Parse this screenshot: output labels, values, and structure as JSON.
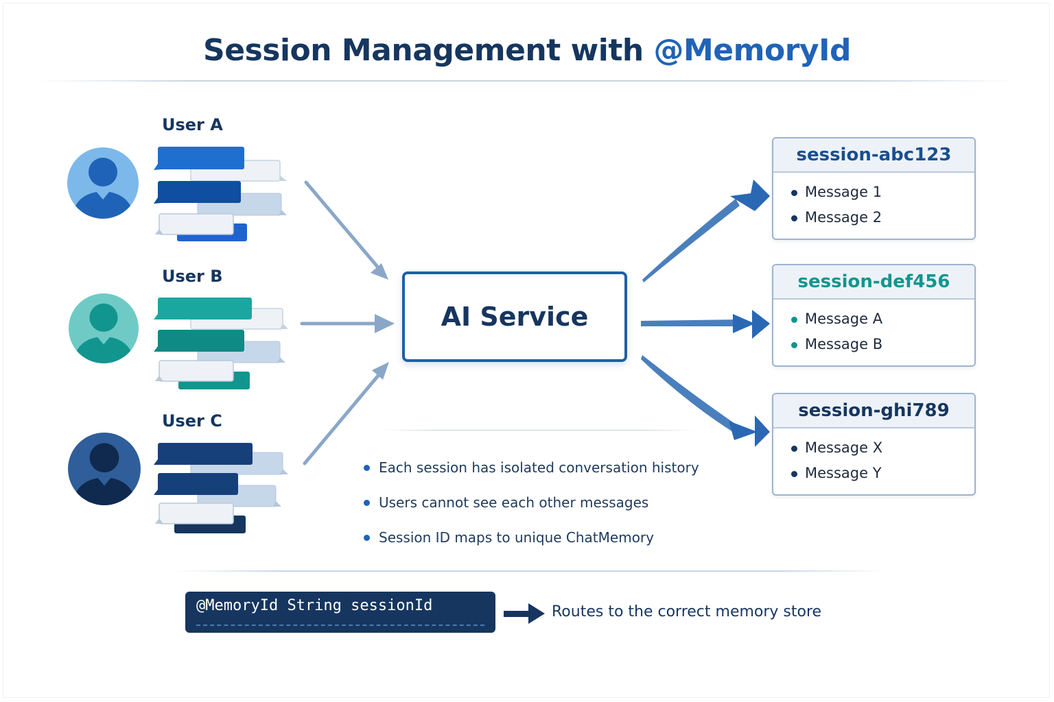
{
  "title": {
    "main": "Session Management with ",
    "accent": "@MemoryId"
  },
  "users": [
    {
      "label": "User A",
      "color": "#1f63b8",
      "light": "#7db8ea"
    },
    {
      "label": "User B",
      "color": "#13958f",
      "light": "#6fcac6"
    },
    {
      "label": "User C",
      "color": "#16365f",
      "light": "#2f5e9a"
    }
  ],
  "ai_service": {
    "label": "AI Service"
  },
  "sessions": [
    {
      "id": "session-abc123",
      "color": "#1a4f8f",
      "dot": "#16365f",
      "messages": [
        "Message 1",
        "Message 2"
      ]
    },
    {
      "id": "session-def456",
      "color": "#13958f",
      "dot": "#13958f",
      "messages": [
        "Message A",
        "Message B"
      ]
    },
    {
      "id": "session-ghi789",
      "color": "#16365f",
      "dot": "#16365f",
      "messages": [
        "Message X",
        "Message Y"
      ]
    }
  ],
  "notes": [
    "Each session has isolated conversation history",
    "Users cannot see each other messages",
    "Session ID maps to unique ChatMemory"
  ],
  "code": {
    "snippet": "@MemoryId String sessionId",
    "routes": "Routes to the correct memory store"
  }
}
